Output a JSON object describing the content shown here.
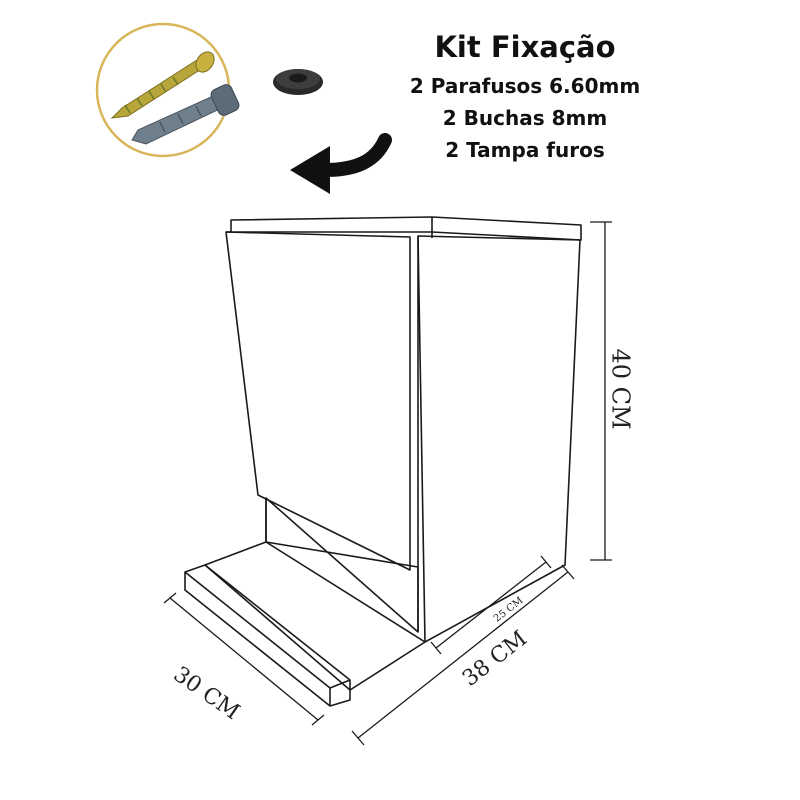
{
  "kit": {
    "title": "Kit Fixação",
    "items": [
      "2 Parafusos 6.60mm",
      "2 Buchas 8mm",
      "2 Tampa furos"
    ]
  },
  "dimensions": {
    "height": "40 CM",
    "depth": "30 CM",
    "width": "38 CM",
    "inner": "25 CM"
  },
  "icons": {
    "accessories": "screw-and-anchor-icon",
    "cap": "hole-cap-icon",
    "arrow": "curved-arrow-icon"
  },
  "colors": {
    "gold_ring": "#d9b55a",
    "screw": "#b8a63a",
    "anchor": "#6f7f8c",
    "line": "#1a1a1a"
  }
}
